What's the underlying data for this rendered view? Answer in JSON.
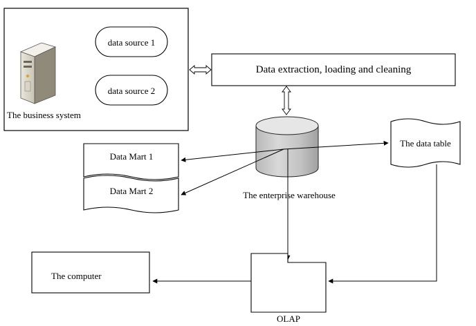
{
  "diagram": {
    "business_system": {
      "label": "The business system",
      "sources": [
        "data source 1",
        "data source 2"
      ]
    },
    "etl": {
      "label": "Data extraction, loading and cleaning"
    },
    "warehouse": {
      "label": "The enterprise warehouse"
    },
    "data_table": {
      "label": "The data table"
    },
    "marts": [
      "Data Mart 1",
      "Data Mart 2"
    ],
    "olap": {
      "label": "OLAP"
    },
    "computer": {
      "label": "The computer"
    }
  }
}
